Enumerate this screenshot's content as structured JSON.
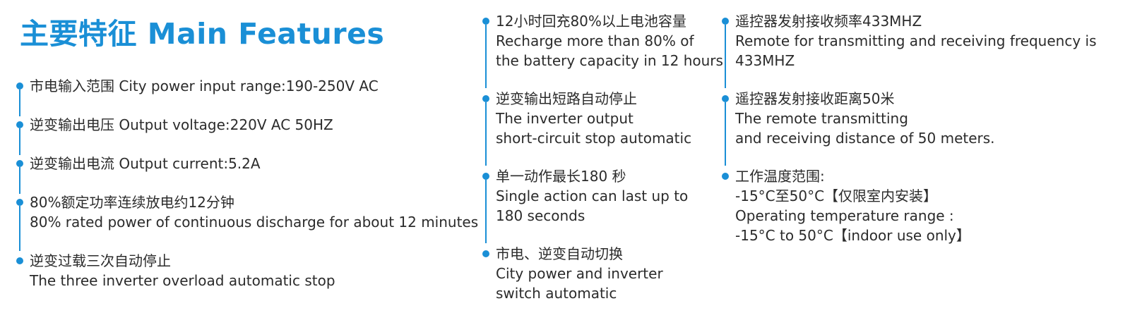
{
  "title": "主要特征 Main Features",
  "accent_color": "#1a8fd6",
  "columns": [
    {
      "items": [
        {
          "lines": [
            "市电输入范围 City power input range:190-250V AC"
          ]
        },
        {
          "lines": [
            "逆变输出电压 Output voltage:220V  AC 50HZ"
          ]
        },
        {
          "lines": [
            "逆变输出电流 Output current:5.2A"
          ]
        },
        {
          "lines": [
            "80%额定功率连续放电约12分钟",
            "80% rated power of continuous discharge for about 12 minutes"
          ]
        },
        {
          "lines": [
            "逆变过载三次自动停止",
            "The three inverter overload automatic stop"
          ]
        }
      ]
    },
    {
      "items": [
        {
          "lines": [
            "12小时回充80%以上电池容量",
            "Recharge more than 80% of",
            "the battery capacity in 12 hours"
          ]
        },
        {
          "lines": [
            "逆变输出短路自动停止",
            "The inverter output",
            "short-circuit stop automatic"
          ]
        },
        {
          "lines": [
            "单一动作最长180 秒",
            "Single action can last up to",
            "180 seconds"
          ]
        },
        {
          "lines": [
            "市电、逆变自动切换",
            "City power and inverter",
            "switch automatic"
          ]
        }
      ]
    },
    {
      "items": [
        {
          "lines": [
            "遥控器发射接收频率433MHZ",
            "Remote for transmitting and receiving frequency is",
            "433MHZ"
          ]
        },
        {
          "lines": [
            "遥控器发射接收距离50米",
            "The remote transmitting",
            "and receiving distance of 50 meters."
          ]
        },
        {
          "lines": [
            "工作温度范围:",
            "-15°C至50°C【仅限室内安装】",
            "Operating temperature range :",
            "-15°C to 50°C【indoor use only】"
          ]
        }
      ]
    }
  ]
}
